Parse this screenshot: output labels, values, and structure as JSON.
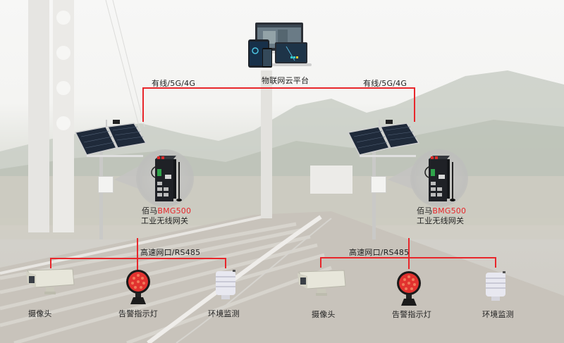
{
  "cloud": {
    "label": "物联网云平台",
    "icon": "cloud-platform-devices-icon"
  },
  "links": {
    "uplink_left": "有线/5G/4G",
    "uplink_right": "有线/5G/4G",
    "downlink_left": "高速网口/RS485",
    "downlink_right": "高速网口/RS485"
  },
  "gateways": [
    {
      "brand": "佰马",
      "model": "BMG500",
      "desc": "工业无线网关"
    },
    {
      "brand": "佰马",
      "model": "BMG500",
      "desc": "工业无线网关"
    }
  ],
  "devices_left": [
    {
      "label": "摄像头",
      "icon": "camera-icon"
    },
    {
      "label": "告警指示灯",
      "icon": "warning-light-icon"
    },
    {
      "label": "环境监测",
      "icon": "environment-sensor-icon"
    }
  ],
  "devices_right": [
    {
      "label": "摄像头",
      "icon": "camera-icon"
    },
    {
      "label": "告警指示灯",
      "icon": "warning-light-icon"
    },
    {
      "label": "环境监测",
      "icon": "environment-sensor-icon"
    }
  ],
  "colors": {
    "accent_red": "#e8262b",
    "text": "#222222"
  }
}
